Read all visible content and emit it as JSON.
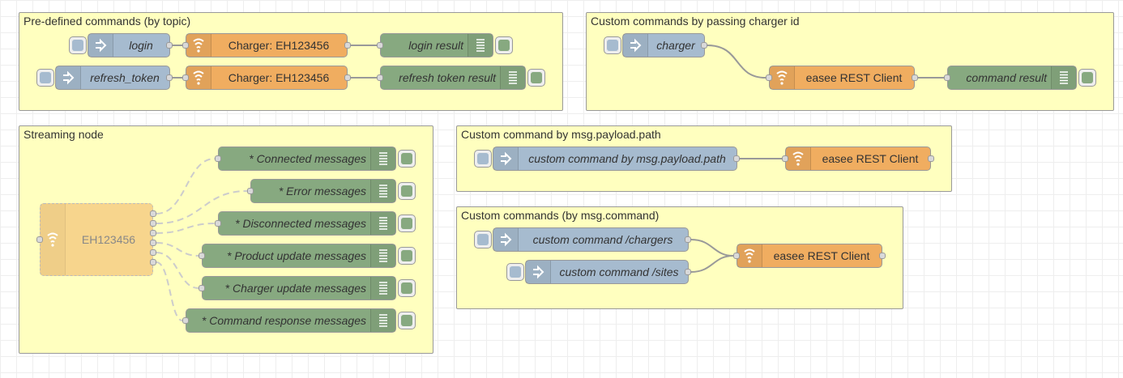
{
  "groups": {
    "predefined": {
      "label": "Pre-defined commands (by topic)"
    },
    "custom_charger_id": {
      "label": "Custom commands by passing charger id"
    },
    "streaming": {
      "label": "Streaming node"
    },
    "custom_payload_path": {
      "label": "Custom command by msg.payload.path"
    },
    "custom_msg_command": {
      "label": "Custom commands (by msg.command)"
    }
  },
  "nodes": {
    "login_inject": "login",
    "charger_node_1": "Charger: EH123456",
    "login_result_debug": "login result",
    "refresh_token_inject": "refresh_token",
    "charger_node_2": "Charger: EH123456",
    "refresh_token_result_debug": "refresh token result",
    "charger_inject": "charger",
    "easee_rest_client_1": "easee REST Client",
    "command_result_debug": "command result",
    "streaming_node": "EH123456",
    "connected_debug": "* Connected messages",
    "error_debug": "* Error messages",
    "disconnected_debug": "* Disconnected messages",
    "product_update_debug": "* Product update messages",
    "charger_update_debug": "* Charger update messages",
    "command_response_debug": "* Command response messages",
    "custom_payload_path_inject": "custom command by msg.payload.path",
    "easee_rest_client_2": "easee REST Client",
    "custom_chargers_inject": "custom command /chargers",
    "custom_sites_inject": "custom command /sites",
    "easee_rest_client_3": "easee REST Client"
  },
  "colors": {
    "group_fill": "#ffffbf",
    "inject_node": "#a6bbcf",
    "easee_node": "#f0ad60",
    "debug_node": "#87a980",
    "streaming_node": "#f7d58d",
    "wire": "#999999",
    "dashed_wire": "#cccccc"
  },
  "icons": {
    "inject": "arrow-in-icon",
    "easee": "wifi-signal-icon",
    "debug": "list-lines-icon"
  }
}
